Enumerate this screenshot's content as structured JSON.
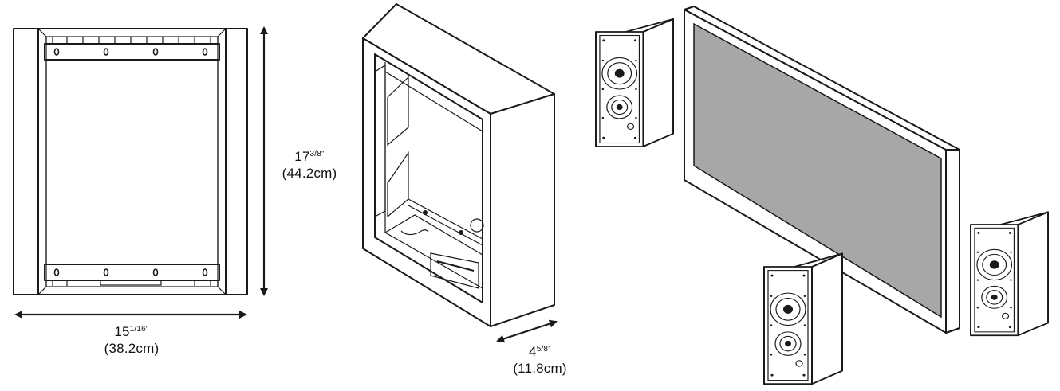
{
  "dimensions": {
    "width": {
      "whole": "15",
      "fraction": "1/16",
      "mark": "″",
      "metric": "(38.2cm)"
    },
    "height": {
      "whole": "17",
      "fraction": "3/8",
      "mark": "″",
      "metric": "(44.2cm)"
    },
    "depth": {
      "whole": "4",
      "fraction": "5/8",
      "mark": "″",
      "metric": "(11.8cm)"
    }
  },
  "colors": {
    "line": "#1a1a1a",
    "screen": "#a7a7a7",
    "background": "#ffffff"
  }
}
